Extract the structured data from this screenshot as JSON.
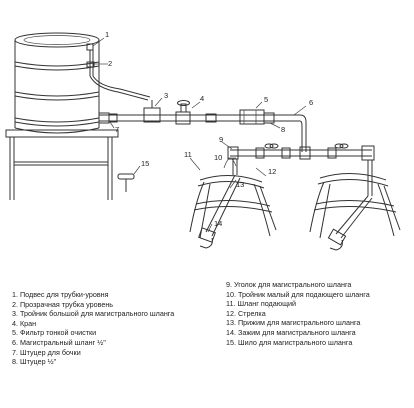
{
  "diagram": {
    "callouts": [
      "1",
      "2",
      "3",
      "4",
      "5",
      "6",
      "7",
      "8",
      "9",
      "10",
      "11",
      "12",
      "13",
      "14",
      "15"
    ],
    "legend_left": [
      "1. Подвес для трубки-уровня",
      "2. Прозрачная трубка уровень",
      "3. Тройник большой для магистрального шланга",
      "4. Кран",
      "5. Фильтр тонкой очистки",
      "6. Магистральный шланг ½\"",
      "7. Штуцер для бочки",
      "8. Штуцер ½\""
    ],
    "legend_right": [
      "9. Уголок для магистрального шланга",
      "10. Тройник малый для подающего шланга",
      "11. Шланг подающий",
      "12. Стрелка",
      "13. Прижим для магистрального шланга",
      "14. Зажим для магистрального шланга",
      "15. Шило для магистрального шланга"
    ],
    "colors": {
      "line": "#333333",
      "fill": "#ffffff",
      "accent": "#555555"
    }
  }
}
